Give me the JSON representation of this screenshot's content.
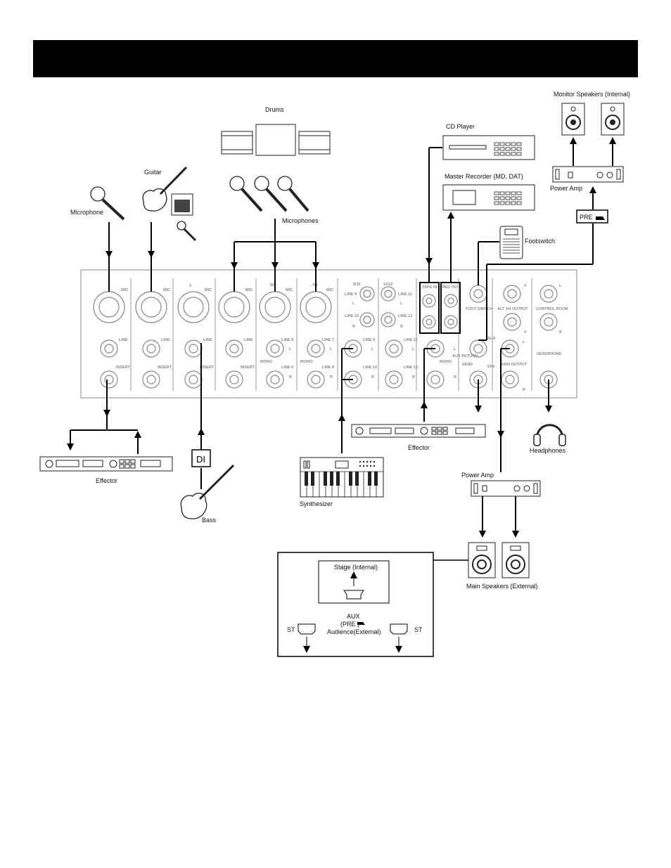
{
  "labels": {
    "monitor_speakers": "Monitor Speakers (Internal)",
    "drums": "Drums",
    "cd_player": "CD Player",
    "guitar": "Guitar",
    "master_recorder": "Master Recorder (MD, DAT)",
    "power_amp_top": "Power Amp",
    "microphone": "Microphone",
    "microphones": "Microphones",
    "pre_tag": "PRE",
    "footswitch": "Footswitch",
    "effector_right": "Effector",
    "headphones": "Headphones",
    "effector_left": "Effector",
    "di": "DI",
    "power_amp_bottom": "Power Amp",
    "synthesizer": "Synthesizer",
    "bass": "Bass",
    "main_speakers": "Main Speakers (External)",
    "stage_internal": "Stage (Internal)",
    "aux": "AUX",
    "aux_pre": "(PRE    )",
    "audience_external": "Audience(External)",
    "st_left": "ST",
    "st_right": "ST"
  },
  "panel": {
    "mic": "MIC",
    "line": "LINE",
    "insert": "INSERT",
    "ch3": "3",
    "ch56": "5/6",
    "ch78": "7/8",
    "ch910": "9/10",
    "ch1112": "11/12",
    "line5": "LINE 5",
    "line6": "LINE 6",
    "line7": "LINE 7",
    "line8": "LINE 8",
    "line9": "LINE 9",
    "line10": "LINE 10",
    "line11": "LINE 11",
    "line12": "LINE 12",
    "mono": "MONO",
    "tape_in": "TAPE IN",
    "rec_out": "REC OUT",
    "foot_switch": "FOOT SWITCH",
    "alt_output": "ALT 3/4 OUTPUT",
    "control_room": "CONTROL ROOM",
    "aux": "AUX",
    "aux_return": "AUX RETURN",
    "send": "SEND",
    "efx": "EFX",
    "main_output": "MAIN OUTPUT",
    "headphone": "HEADPHONE",
    "L": "L",
    "R": "R",
    "n3": "3",
    "n4": "4"
  },
  "colors": {
    "banner": "#000000",
    "panel_lines": "#999999",
    "wires": "#000000"
  }
}
